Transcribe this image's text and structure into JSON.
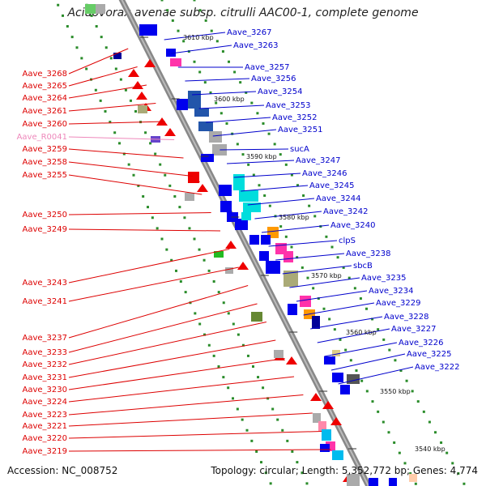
{
  "title": "Acidovorax avenae subsp. citrulli AAC00-1, complete genome",
  "footer": {
    "accession": "Accession: NC_008752",
    "summary": "Topology: circular; Length: 5,352,772 bp; Genes: 4,774"
  },
  "colors": {
    "backbone": "#888888",
    "grid_dots": "#2a8c2a",
    "left_labels": "#dd0000",
    "right_labels": "#0000cc",
    "rna_label": "#ee88bb"
  },
  "ticks": [
    {
      "label": "3610 kbp"
    },
    {
      "label": "3600 kbp"
    },
    {
      "label": "3590 kbp"
    },
    {
      "label": "3580 kbp"
    },
    {
      "label": "3570 kbp"
    },
    {
      "label": "3560 kbp"
    },
    {
      "label": "3550 kbp"
    },
    {
      "label": "3540 kbp"
    }
  ],
  "left_genes": [
    {
      "label": "Aave_3268"
    },
    {
      "label": "Aave_3265"
    },
    {
      "label": "Aave_3264"
    },
    {
      "label": "Aave_3261"
    },
    {
      "label": "Aave_3260"
    },
    {
      "label": "Aave_R0041"
    },
    {
      "label": "Aave_3259"
    },
    {
      "label": "Aave_3258"
    },
    {
      "label": "Aave_3255"
    },
    {
      "label": "Aave_3250"
    },
    {
      "label": "Aave_3249"
    },
    {
      "label": "Aave_3243"
    },
    {
      "label": "Aave_3241"
    },
    {
      "label": "Aave_3237"
    },
    {
      "label": "Aave_3233"
    },
    {
      "label": "Aave_3232"
    },
    {
      "label": "Aave_3231"
    },
    {
      "label": "Aave_3230"
    },
    {
      "label": "Aave_3224"
    },
    {
      "label": "Aave_3223"
    },
    {
      "label": "Aave_3221"
    },
    {
      "label": "Aave_3220"
    },
    {
      "label": "Aave_3219"
    }
  ],
  "right_genes": [
    {
      "label": "Aave_3267"
    },
    {
      "label": "Aave_3263"
    },
    {
      "label": "Aave_3257"
    },
    {
      "label": "Aave_3256"
    },
    {
      "label": "Aave_3254"
    },
    {
      "label": "Aave_3253"
    },
    {
      "label": "Aave_3252"
    },
    {
      "label": "Aave_3251"
    },
    {
      "label": "sucA"
    },
    {
      "label": "Aave_3247"
    },
    {
      "label": "Aave_3246"
    },
    {
      "label": "Aave_3245"
    },
    {
      "label": "Aave_3244"
    },
    {
      "label": "Aave_3242"
    },
    {
      "label": "Aave_3240"
    },
    {
      "label": "clpS"
    },
    {
      "label": "Aave_3238"
    },
    {
      "label": "sbcB"
    },
    {
      "label": "Aave_3235"
    },
    {
      "label": "Aave_3234"
    },
    {
      "label": "Aave_3229"
    },
    {
      "label": "Aave_3228"
    },
    {
      "label": "Aave_3227"
    },
    {
      "label": "Aave_3226"
    },
    {
      "label": "Aave_3225"
    },
    {
      "label": "Aave_3222"
    }
  ]
}
